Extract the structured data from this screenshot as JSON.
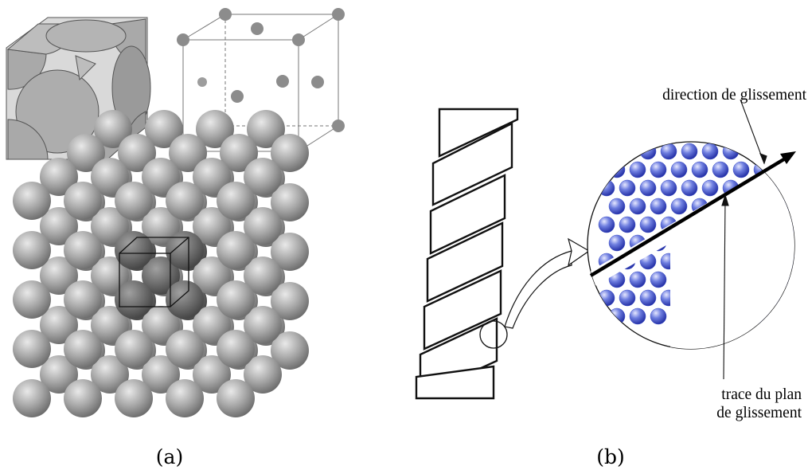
{
  "figure": {
    "panel_a": {
      "caption": "(a)"
    },
    "panel_b": {
      "caption": "(b)",
      "label_direction": "direction de glissement",
      "label_trace_line1": "trace du plan",
      "label_trace_line2": "de glissement"
    }
  },
  "colors": {
    "sphere_face": "#a9a9a9",
    "sphere_edge": "#555555",
    "atom_blue": "#3d4fc8",
    "slip_line": "#000000"
  }
}
